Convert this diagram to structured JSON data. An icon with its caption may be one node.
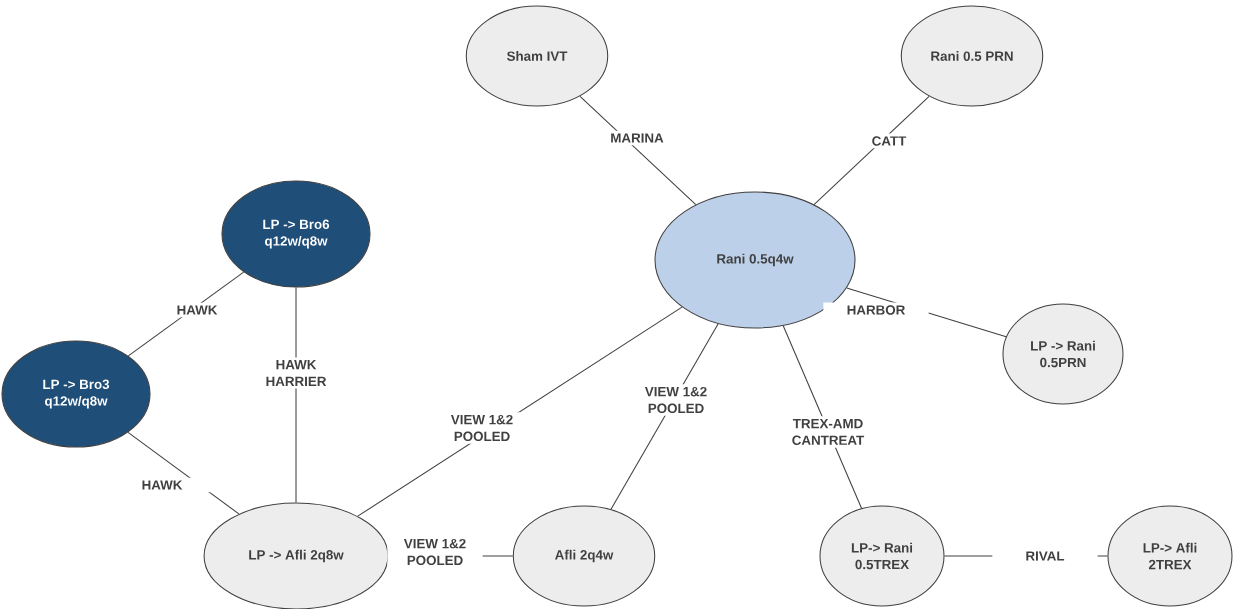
{
  "diagram": {
    "nodes": [
      {
        "text": [
          "Sham IVT"
        ]
      },
      {
        "text": [
          "Rani 0.5 PRN"
        ]
      },
      {
        "text": [
          "Rani 0.5q4w"
        ]
      },
      {
        "text": [
          "LP -> Bro6 q12w/q8w"
        ]
      },
      {
        "text": [
          "LP -> Bro3 q12w/q8w"
        ]
      },
      {
        "text": [
          "LP -> Rani 0.5PRN"
        ]
      },
      {
        "text": [
          "LP -> Afli 2q8w"
        ]
      },
      {
        "text": [
          "Afli 2q4w"
        ]
      },
      {
        "text": [
          "LP-> Rani 0.5TREX"
        ]
      },
      {
        "text": [
          "LP-> Afli 2TREX"
        ]
      }
    ],
    "edges": [
      {
        "from": 0,
        "to": 2,
        "arrow": "none",
        "label": "MARINA"
      },
      {
        "from": 1,
        "to": 2,
        "arrow": "none",
        "label": "CATT"
      },
      {
        "from": 2,
        "to": 5,
        "arrow": "none",
        "label": "HARBOR"
      },
      {
        "from": 3,
        "to": 4,
        "arrow": "none",
        "label": "HAWK"
      },
      {
        "from": 3,
        "to": 6,
        "arrow": "none",
        "label": "HAWK HARRIER"
      },
      {
        "from": 4,
        "to": 6,
        "arrow": "none",
        "label": "HAWK"
      },
      {
        "from": 6,
        "to": 2,
        "arrow": "none",
        "label": "VIEW 1&2 POOLED"
      },
      {
        "from": 7,
        "to": 2,
        "arrow": "none",
        "label": "VIEW 1&2 POOLED"
      },
      {
        "from": 6,
        "to": 7,
        "arrow": "none",
        "label": "VIEW 1&2 POOLED"
      },
      {
        "from": 2,
        "to": 8,
        "arrow": "none",
        "label": "TREX-AMD CANTREAT"
      },
      {
        "from": 8,
        "to": 9,
        "arrow": "none",
        "label": "RIVAL"
      }
    ]
  }
}
